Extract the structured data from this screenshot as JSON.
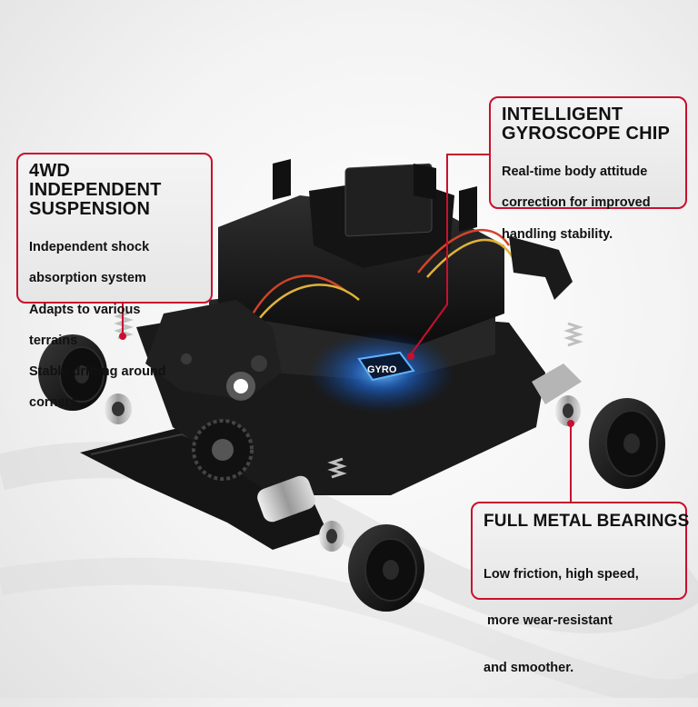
{
  "callouts": {
    "suspension": {
      "title": "4WD INDEPENDENT\nSUSPENSION",
      "body": [
        "Independent shock",
        "absorption system",
        "Adapts to various",
        "terrains",
        "Stable drifting around",
        "corners"
      ]
    },
    "gyro": {
      "title": "INTELLIGENT\nGYROSCOPE CHIP",
      "body": [
        "Real-time body attitude",
        "correction for improved",
        "handling stability."
      ]
    },
    "bearings": {
      "title": "FULL METAL BEARINGS",
      "body": [
        "Low friction, high speed,",
        " more wear-resistant",
        "and smoother."
      ]
    }
  },
  "chip_label": "GYRO",
  "colors": {
    "accent": "#c8102e",
    "chip_glow": "#2a8cff",
    "chassis": "#1b1b1b",
    "panel": "#ebebeb"
  }
}
